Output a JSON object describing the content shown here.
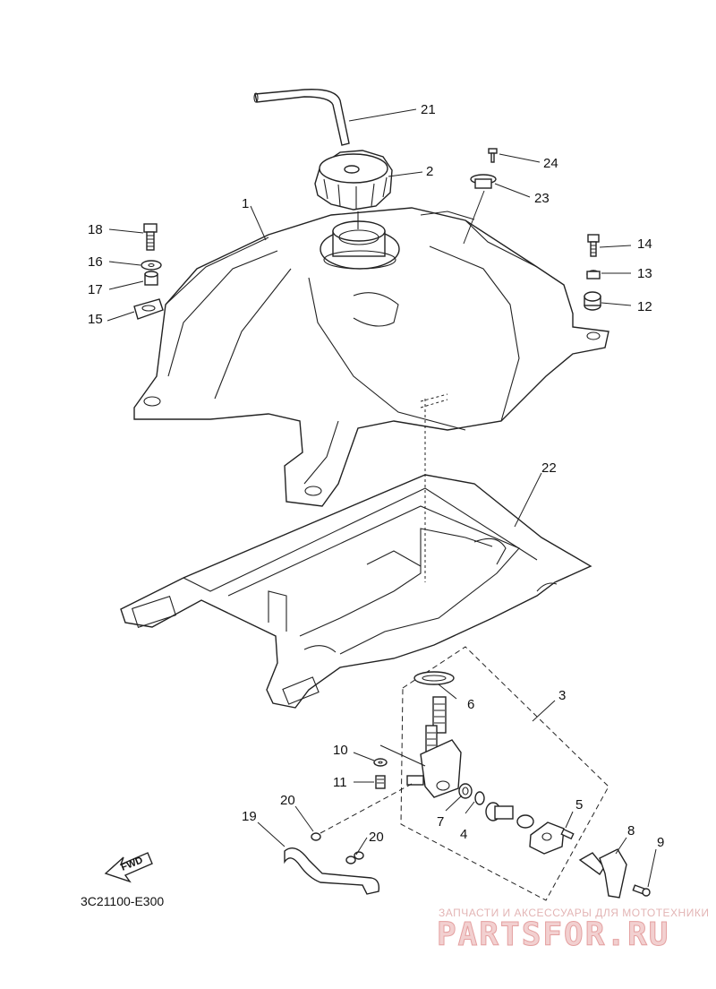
{
  "diagram_code": "3C21100-E300",
  "fwd_label": "FWD",
  "watermark": {
    "tagline": "ЗАПЧАСТИ И АКСЕССУАРЫ ДЛЯ МОТОТЕХНИКИ",
    "brand": "PARTSFOR.RU"
  },
  "callouts": {
    "n1": "1",
    "n2": "2",
    "n3": "3",
    "n4": "4",
    "n5": "5",
    "n6": "6",
    "n7": "7",
    "n8": "8",
    "n9": "9",
    "n10": "10",
    "n11": "11",
    "n12": "12",
    "n13": "13",
    "n14": "14",
    "n15": "15",
    "n16": "16",
    "n17": "17",
    "n18": "18",
    "n19": "19",
    "n20a": "20",
    "n20b": "20",
    "n21": "21",
    "n22": "22",
    "n23": "23",
    "n24": "24"
  }
}
